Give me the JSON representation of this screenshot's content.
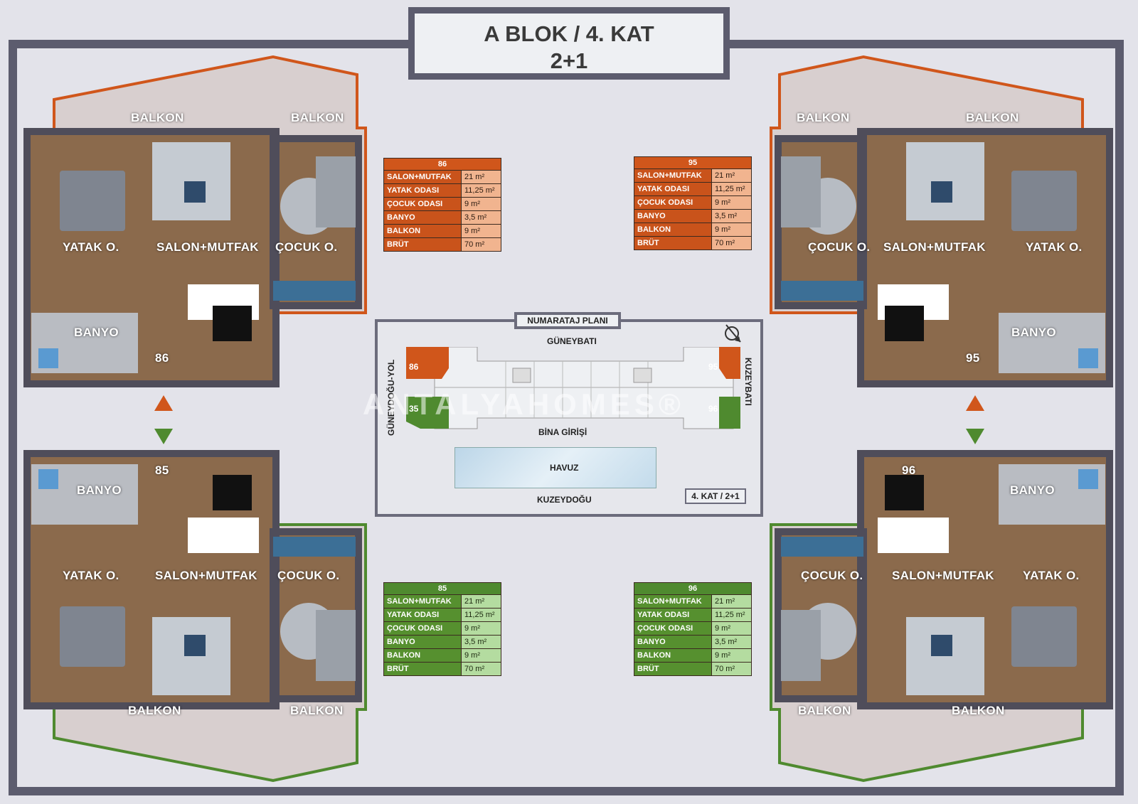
{
  "title": {
    "line1": "A BLOK / 4. KAT",
    "line2": "2+1"
  },
  "room_labels": {
    "balkon": "BALKON",
    "yatak": "YATAK O.",
    "salon": "SALON+MUTFAK",
    "cocuk": "ÇOCUK O.",
    "banyo": "BANYO"
  },
  "units": {
    "u86": {
      "number": "86"
    },
    "u95": {
      "number": "95"
    },
    "u85": {
      "number": "85"
    },
    "u96": {
      "number": "96"
    }
  },
  "tables": [
    {
      "number": "86",
      "theme": "orange",
      "rows": [
        {
          "k": "SALON+MUTFAK",
          "v": "21 m²"
        },
        {
          "k": "YATAK ODASI",
          "v": "11,25 m²"
        },
        {
          "k": "ÇOCUK ODASI",
          "v": "9 m²"
        },
        {
          "k": "BANYO",
          "v": "3,5 m²"
        },
        {
          "k": "BALKON",
          "v": "9 m²"
        },
        {
          "k": "BRÜT",
          "v": "70 m²"
        }
      ]
    },
    {
      "number": "95",
      "theme": "orange",
      "rows": [
        {
          "k": "SALON+MUTFAK",
          "v": "21 m²"
        },
        {
          "k": "YATAK ODASI",
          "v": "11,25 m²"
        },
        {
          "k": "ÇOCUK ODASI",
          "v": "9 m²"
        },
        {
          "k": "BANYO",
          "v": "3,5 m²"
        },
        {
          "k": "BALKON",
          "v": "9 m²"
        },
        {
          "k": "BRÜT",
          "v": "70 m²"
        }
      ]
    },
    {
      "number": "85",
      "theme": "green",
      "rows": [
        {
          "k": "SALON+MUTFAK",
          "v": "21 m²"
        },
        {
          "k": "YATAK ODASI",
          "v": "11,25 m²"
        },
        {
          "k": "ÇOCUK ODASI",
          "v": "9 m²"
        },
        {
          "k": "BANYO",
          "v": "3,5 m²"
        },
        {
          "k": "BALKON",
          "v": "9 m²"
        },
        {
          "k": "BRÜT",
          "v": "70 m²"
        }
      ]
    },
    {
      "number": "96",
      "theme": "green",
      "rows": [
        {
          "k": "SALON+MUTFAK",
          "v": "21 m²"
        },
        {
          "k": "YATAK ODASI",
          "v": "11,25 m²"
        },
        {
          "k": "ÇOCUK ODASI",
          "v": "9 m²"
        },
        {
          "k": "BANYO",
          "v": "3,5 m²"
        },
        {
          "k": "BALKON",
          "v": "9 m²"
        },
        {
          "k": "BRÜT",
          "v": "70 m²"
        }
      ]
    }
  ],
  "plan": {
    "title": "NUMARATAJ PLANI",
    "north": "GÜNEYBATI",
    "south": "BİNA GİRİŞİ",
    "west": "GÜNEYDOĞU-YOL",
    "east": "KUZEYBATI",
    "pool": "HAVUZ",
    "bottom": "KUZEYDOĞU",
    "floor_badge": "4. KAT / 2+1",
    "units": [
      "86",
      "95",
      "35",
      "96"
    ]
  },
  "watermark": "ANTALYAHOMES®",
  "colors": {
    "orange": "#d0561b",
    "green": "#4f8a2f",
    "frame": "#5c5c6e",
    "floor": "#8a6a4a"
  }
}
